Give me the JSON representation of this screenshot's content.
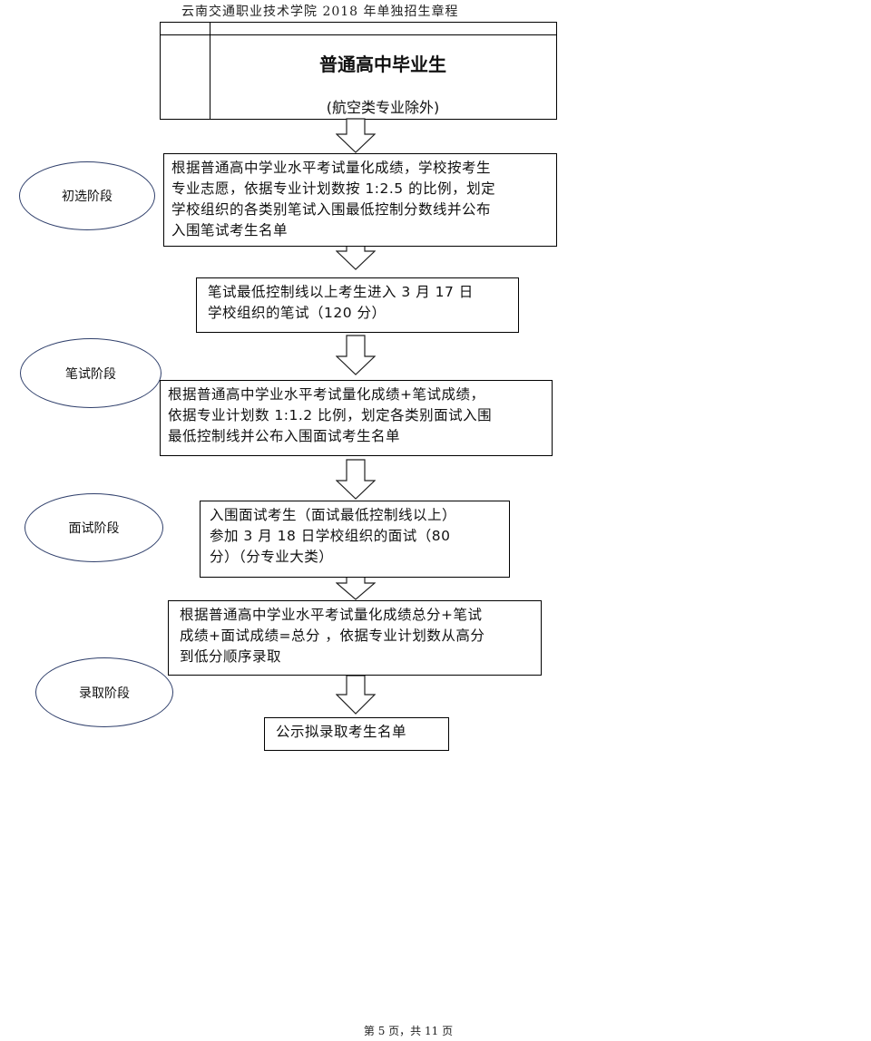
{
  "header": {
    "title": "云南交通职业技术学院 2018 年单独招生章程"
  },
  "top_box": {
    "title": "普通高中毕业生",
    "subtitle": "(航空类专业除外)"
  },
  "stages": [
    {
      "label": "初选阶段"
    },
    {
      "label": "笔试阶段"
    },
    {
      "label": "面试阶段"
    },
    {
      "label": "录取阶段"
    }
  ],
  "steps": [
    {
      "text": "根据普通高中学业水平考试量化成绩，学校按考生\n专业志愿，依据专业计划数按 1:2.5 的比例，划定\n学校组织的各类别笔试入围最低控制分数线并公布\n入围笔试考生名单"
    },
    {
      "text": "笔试最低控制线以上考生进入 3 月 17 日\n学校组织的笔试（120 分）"
    },
    {
      "text": "根据普通高中学业水平考试量化成绩+笔试成绩，\n依据专业计划数 1:1.2 比例，划定各类别面试入围\n最低控制线并公布入围面试考生名单"
    },
    {
      "text": "入围面试考生（面试最低控制线以上）\n参加 3 月 18 日学校组织的面试（80\n分）（分专业大类）"
    },
    {
      "text": "根据普通高中学业水平考试量化成绩总分+笔试\n成绩+面试成绩=总分 ，依据专业计划数从高分\n到低分顺序录取"
    },
    {
      "text": "公示拟录取考生名单"
    }
  ],
  "footer": {
    "page_info": "第 5 页，共 11 页"
  },
  "colors": {
    "ellipse_stroke": "#2f3f6b",
    "box_stroke": "#000000"
  }
}
